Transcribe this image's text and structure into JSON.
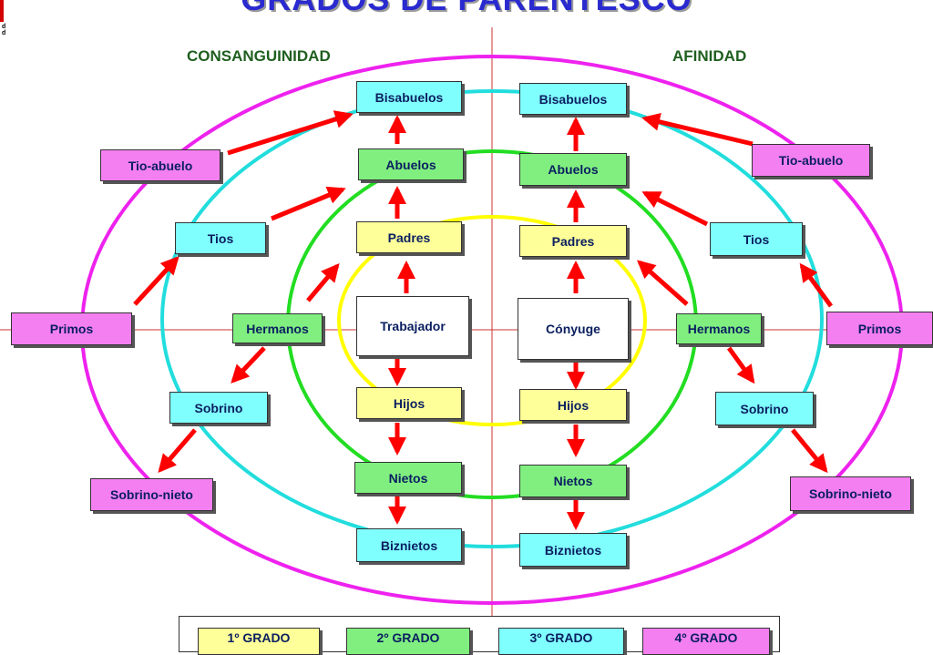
{
  "title": "GRADOS DE PARENTESCO",
  "left_heading": "CONSANGUINIDAD",
  "right_heading": "AFINIDAD",
  "logo_text": [
    "d",
    "d"
  ],
  "colors": {
    "grado1": "#ffff99",
    "grado2": "#80ef80",
    "grado3": "#80ffff",
    "grado4": "#f47ff0",
    "arrow": "#ff0000",
    "axis": "#cc0000",
    "ring1": "#ffff00",
    "ring2": "#22dd22",
    "ring3": "#22dddd",
    "ring4": "#ee22ee"
  },
  "left": {
    "center": "Trabajador",
    "bisabuelos": "Bisabuelos",
    "abuelos": "Abuelos",
    "padres": "Padres",
    "hijos": "Hijos",
    "nietos": "Nietos",
    "biznietos": "Biznietos",
    "hermanos": "Hermanos",
    "tios": "Tios",
    "tio_abuelo": "Tio-abuelo",
    "primos": "Primos",
    "sobrino": "Sobrino",
    "sobrino_nieto": "Sobrino-nieto"
  },
  "right": {
    "center": "Cónyuge",
    "bisabuelos": "Bisabuelos",
    "abuelos": "Abuelos",
    "padres": "Padres",
    "hijos": "Hijos",
    "nietos": "Nietos",
    "biznietos": "Biznietos",
    "hermanos": "Hermanos",
    "tios": "Tios",
    "tio_abuelo": "Tio-abuelo",
    "primos": "Primos",
    "sobrino": "Sobrino",
    "sobrino_nieto": "Sobrino-nieto"
  },
  "legend": [
    "1º GRADO",
    "2º GRADO",
    "3º GRADO",
    "4º GRADO"
  ]
}
